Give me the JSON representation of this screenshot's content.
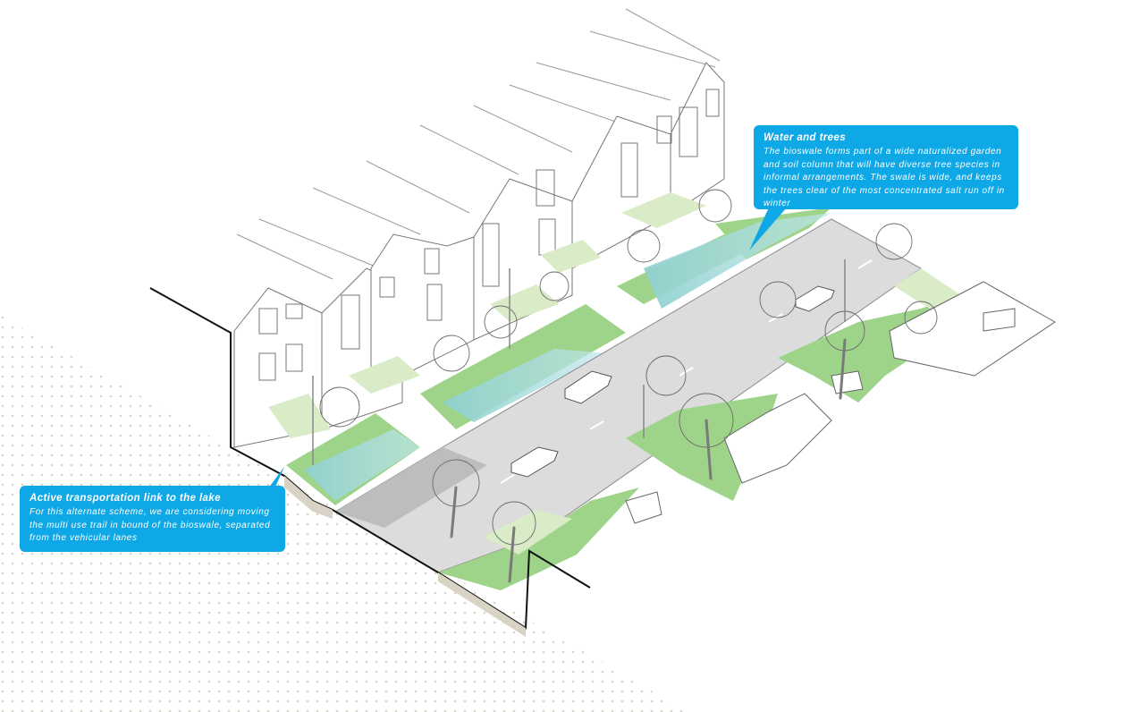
{
  "colors": {
    "callout_bg": "#0fa8e6",
    "green": "#9ed48a",
    "light_green": "#d9ecc7",
    "water": "#9fd6d6",
    "road": "#dcdcdc",
    "line": "#555555",
    "dots": "#d7d3c8"
  },
  "callouts": {
    "water": {
      "title": "Water and trees",
      "text": "The bioswale forms part of a wide naturalized garden and soil column that will have diverse tree species in informal arrangements. The swale is wide, and keeps the trees clear of the most concentrated salt run off in winter"
    },
    "active": {
      "title": "Active transportation link to the lake",
      "text": "For this alternate scheme, we are considering moving the multi use trail in bound of the bioswale, separated from the vehicular lanes"
    }
  }
}
